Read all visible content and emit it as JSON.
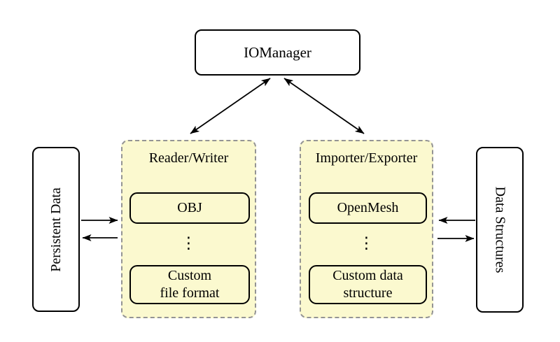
{
  "nodes": {
    "io_manager": {
      "label": "IOManager"
    },
    "persistent_data": {
      "label": "Persistent Data"
    },
    "data_structures": {
      "label": "Data Structures"
    },
    "reader_writer": {
      "title": "Reader/Writer",
      "ellipsis": "⋮",
      "boxes": [
        {
          "lines": [
            "OBJ"
          ]
        },
        {
          "lines": [
            "Custom",
            "file format"
          ]
        }
      ]
    },
    "importer_exporter": {
      "title": "Importer/Exporter",
      "ellipsis": "⋮",
      "boxes": [
        {
          "lines": [
            "OpenMesh"
          ]
        },
        {
          "lines": [
            "Custom data",
            "structure"
          ]
        }
      ]
    }
  },
  "colors": {
    "container_fill": "#FBF9CF",
    "container_border": "#949494",
    "node_border": "#000000",
    "background": "#FFFFFF",
    "arrow": "#000000"
  }
}
